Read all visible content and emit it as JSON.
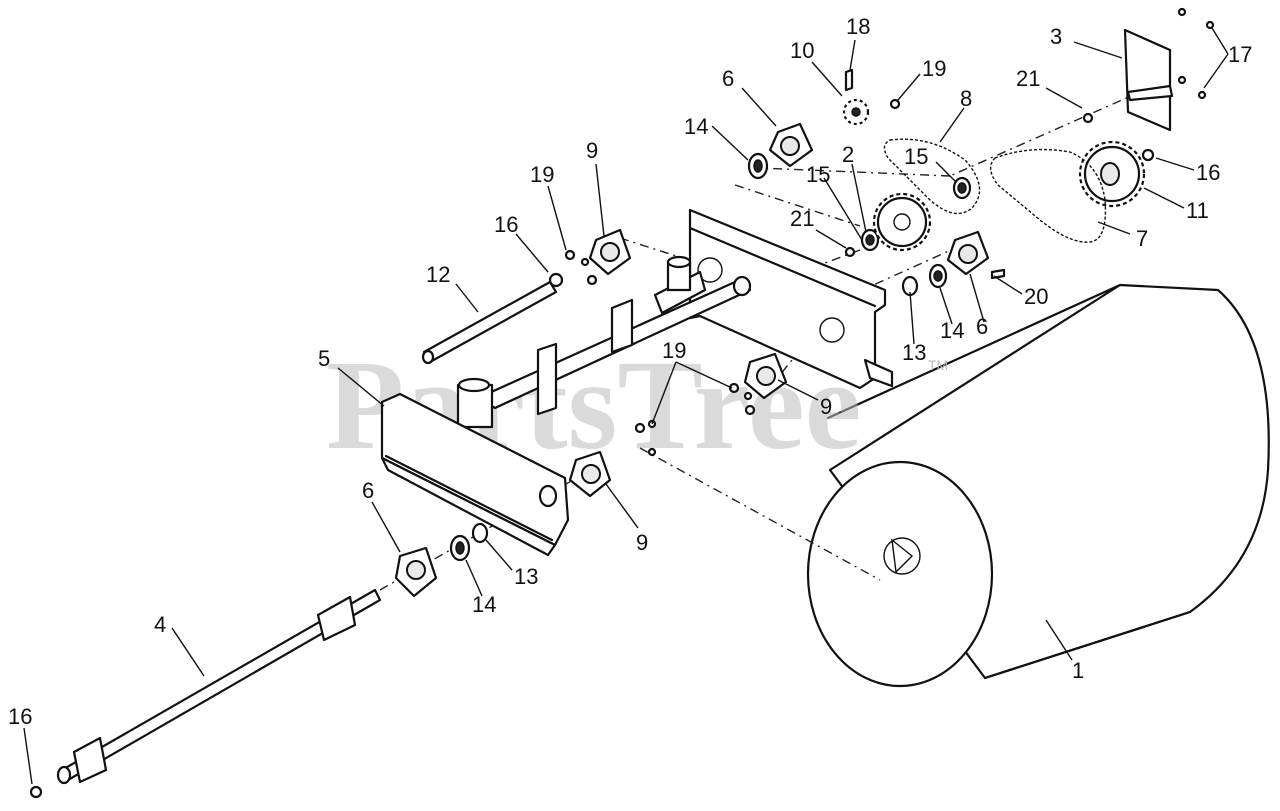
{
  "watermark": {
    "text": "PartsTree",
    "mark": "TM"
  },
  "callouts": [
    {
      "id": "c18",
      "label": "18"
    },
    {
      "id": "c10",
      "label": "10"
    },
    {
      "id": "c19a",
      "label": "19"
    },
    {
      "id": "c8",
      "label": "8"
    },
    {
      "id": "c3",
      "label": "3"
    },
    {
      "id": "c21a",
      "label": "21"
    },
    {
      "id": "c17",
      "label": "17"
    },
    {
      "id": "c6a",
      "label": "6"
    },
    {
      "id": "c14a",
      "label": "14"
    },
    {
      "id": "c9a",
      "label": "9"
    },
    {
      "id": "c19b",
      "label": "19"
    },
    {
      "id": "c16a",
      "label": "16"
    },
    {
      "id": "c15a",
      "label": "15"
    },
    {
      "id": "c2",
      "label": "2"
    },
    {
      "id": "c15b",
      "label": "15"
    },
    {
      "id": "c16b",
      "label": "16"
    },
    {
      "id": "c11",
      "label": "11"
    },
    {
      "id": "c21b",
      "label": "21"
    },
    {
      "id": "c7",
      "label": "7"
    },
    {
      "id": "c12",
      "label": "12"
    },
    {
      "id": "c20",
      "label": "20"
    },
    {
      "id": "c13a",
      "label": "13"
    },
    {
      "id": "c14b",
      "label": "14"
    },
    {
      "id": "c6b",
      "label": "6"
    },
    {
      "id": "c5",
      "label": "5"
    },
    {
      "id": "c19c",
      "label": "19"
    },
    {
      "id": "c9b",
      "label": "9"
    },
    {
      "id": "c9c",
      "label": "9"
    },
    {
      "id": "c6c",
      "label": "6"
    },
    {
      "id": "c13b",
      "label": "13"
    },
    {
      "id": "c14c",
      "label": "14"
    },
    {
      "id": "c4",
      "label": "4"
    },
    {
      "id": "c1",
      "label": "1"
    },
    {
      "id": "c16c",
      "label": "16"
    }
  ]
}
